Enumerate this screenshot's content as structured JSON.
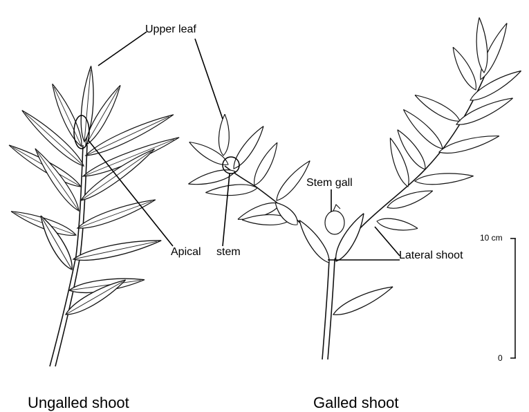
{
  "labels": {
    "upper_leaf": "Upper leaf",
    "apical_stem_1": "Apical",
    "apical_stem_2": "stem",
    "stem_gall": "Stem gall",
    "lateral_shoot": "Lateral shoot"
  },
  "captions": {
    "ungalled": "Ungalled shoot",
    "galled": "Galled shoot"
  },
  "scale": {
    "top": "10 cm",
    "bottom": "0"
  }
}
